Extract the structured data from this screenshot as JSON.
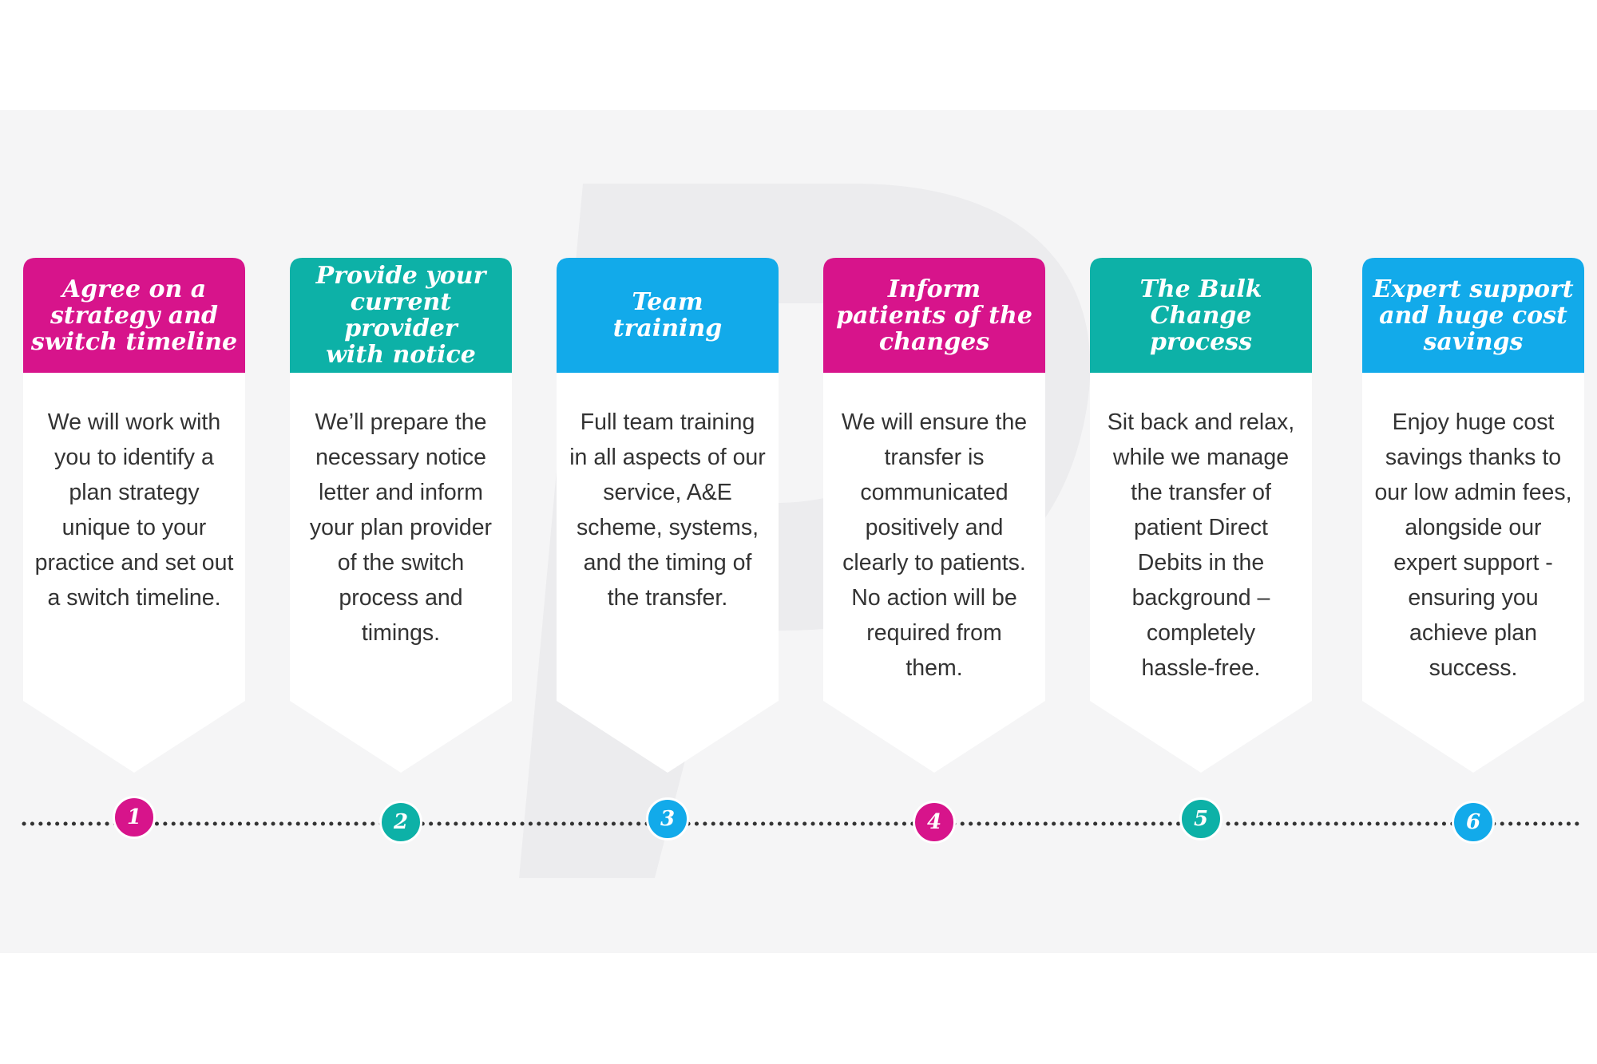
{
  "colors": {
    "magenta": "#d7148b",
    "teal": "#0db1a7",
    "blue": "#12aaea",
    "dots": "#333333"
  },
  "steps": [
    {
      "number": "1",
      "color": "#d7148b",
      "title": [
        "Agree on a",
        "strategy and",
        "switch timeline"
      ],
      "body": [
        "We will work with",
        "you to identify a",
        "plan strategy",
        "unique to your",
        "practice and set out",
        "a switch timeline."
      ]
    },
    {
      "number": "2",
      "color": "#0db1a7",
      "title": [
        "Provide your",
        "current provider",
        "with notice"
      ],
      "body": [
        "We’ll prepare the",
        "necessary notice",
        "letter and inform",
        "your plan provider",
        "of the switch",
        "process and",
        "timings."
      ]
    },
    {
      "number": "3",
      "color": "#12aaea",
      "title": [
        "Team",
        "training"
      ],
      "body": [
        "Full team training",
        "in all aspects of our",
        "service, A&E",
        "scheme, systems,",
        "and the timing of",
        "the transfer."
      ]
    },
    {
      "number": "4",
      "color": "#d7148b",
      "title": [
        "Inform",
        "patients of the",
        "changes"
      ],
      "body": [
        "We will ensure the",
        "transfer is",
        "communicated",
        "positively and",
        "clearly to patients.",
        "No action will be",
        "required from",
        "them."
      ]
    },
    {
      "number": "5",
      "color": "#0db1a7",
      "title": [
        "The Bulk",
        "Change",
        "process"
      ],
      "body": [
        "Sit back and relax,",
        "while we manage",
        "the transfer of",
        "patient Direct",
        "Debits in the",
        "background –",
        "completely",
        "hassle-free."
      ]
    },
    {
      "number": "6",
      "color": "#12aaea",
      "title": [
        "Expert support",
        "and huge cost",
        "savings"
      ],
      "body": [
        "Enjoy huge cost",
        "savings thanks to",
        "our low admin fees,",
        "alongside our",
        "expert support -",
        "ensuring you",
        "achieve plan",
        "success."
      ]
    }
  ]
}
